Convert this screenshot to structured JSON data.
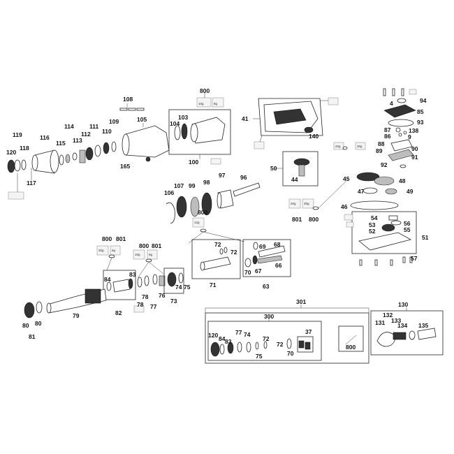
{
  "parts": {
    "p108": "108",
    "p119": "119",
    "p116": "116",
    "p114": "114",
    "p120": "120",
    "p118": "118",
    "p115": "115",
    "p113": "113",
    "p112": "112",
    "p111": "111",
    "p110": "110",
    "p109": "109",
    "p105": "105",
    "p117": "117",
    "p165": "165",
    "p800a": "800",
    "p103": "103",
    "p104": "104",
    "p100": "100",
    "p41": "41",
    "p140": "140",
    "p50": "50",
    "p44": "44",
    "p94": "94",
    "p4": "4",
    "p85": "85",
    "p93": "93",
    "p87": "87",
    "p138": "138",
    "p86": "86",
    "p9": "9",
    "p88": "88",
    "p89": "89",
    "p90": "90",
    "p91": "91",
    "p92": "92",
    "p45": "45",
    "p48": "48",
    "p47": "47",
    "p49": "49",
    "p46": "46",
    "p54": "54",
    "p56": "56",
    "p53": "53",
    "p52": "52",
    "p55": "55",
    "p51": "51",
    "p57": "57",
    "p801a": "801",
    "p800b": "800",
    "p106": "106",
    "p107": "107",
    "p99": "99",
    "p98": "98",
    "p97": "97",
    "p96": "96",
    "p800c": "800",
    "p72a": "72",
    "p72b": "72",
    "p71": "71",
    "p69": "69",
    "p68": "68",
    "p70a": "70",
    "p67": "67",
    "p66": "66",
    "p63": "63",
    "p800d": "800",
    "p801b": "801",
    "p800e": "800",
    "p801c": "801",
    "p84a": "84",
    "p83a": "83",
    "p78a": "78",
    "p78b": "78",
    "p77a": "77",
    "p76": "76",
    "p74a": "74",
    "p75a": "75",
    "p73": "73",
    "p82": "82",
    "p79": "79",
    "p80a": "80",
    "p80b": "80",
    "p81": "81",
    "p301": "301",
    "p300": "300",
    "p120b": "120",
    "p84b": "84",
    "p83b": "83",
    "p77b": "77",
    "p74b": "74",
    "p75b": "75",
    "p72c": "72",
    "p72d": "72",
    "p70b": "70",
    "p37": "37",
    "p800f": "800",
    "p130": "130",
    "p132": "132",
    "p133": "133",
    "p131": "131",
    "p134": "134",
    "p135": "135"
  },
  "grease_tags": {
    "g10g_a": "10g",
    "g8g_a": "8g",
    "g20g_a": "20g",
    "g30g_a": "30g",
    "g20g_b": "20g",
    "g30g_b": "30g",
    "g12g": "12g",
    "g30g_c": "30g",
    "g6g_a": "6g",
    "g10g_b": "10g",
    "g6g_b": "6g"
  },
  "colors": {
    "line": "#222222",
    "background": "#ffffff",
    "dark_part": "#333333"
  }
}
